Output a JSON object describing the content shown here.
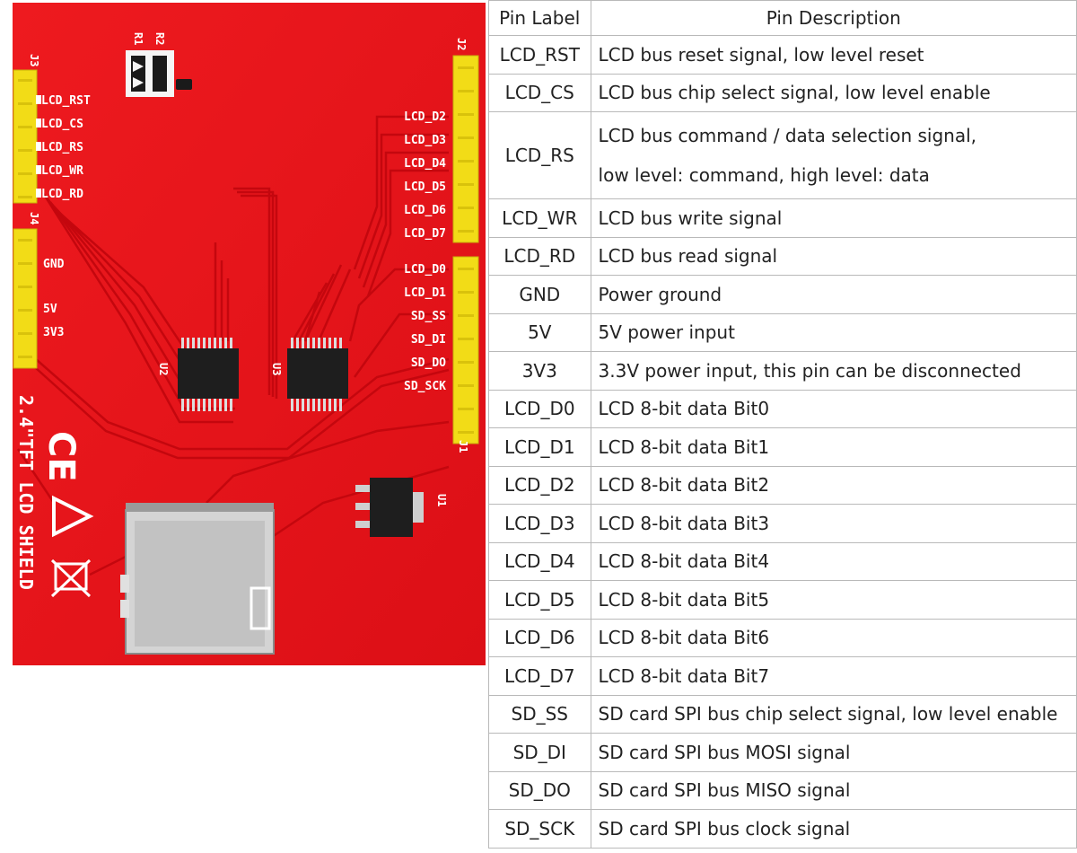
{
  "board": {
    "title": "2.4\"TFT LCD SHIELD",
    "connectors": {
      "j1": "J1",
      "j2": "J2",
      "j3": "J3",
      "j4": "J4"
    },
    "refs": {
      "r1": "R1",
      "r2": "R2",
      "u1": "U1",
      "u2": "U2",
      "u3": "U3"
    },
    "left_pins_top": [
      "LCD_RST",
      "LCD_CS",
      "LCD_RS",
      "LCD_WR",
      "LCD_RD"
    ],
    "left_pins_bottom": [
      "GND",
      "5V",
      "3V3"
    ],
    "right_pins_top": [
      "LCD_D2",
      "LCD_D3",
      "LCD_D4",
      "LCD_D5",
      "LCD_D6",
      "LCD_D7"
    ],
    "right_pins_bottom": [
      "LCD_D0",
      "LCD_D1",
      "SD_SS",
      "SD_DI",
      "SD_DO",
      "SD_SCK"
    ],
    "ce_mark": "CE",
    "colors": {
      "pcb": "#e8141b",
      "trace": "#c8080f",
      "header": "#f2dc17",
      "silk": "#ffffff",
      "chip": "#1e1e1e"
    }
  },
  "table": {
    "headers": [
      "Pin Label",
      "Pin Description"
    ],
    "rows": [
      {
        "label": "LCD_RST",
        "desc": [
          "LCD bus reset signal, low level reset"
        ]
      },
      {
        "label": "LCD_CS",
        "desc": [
          "LCD bus chip select signal, low level enable"
        ]
      },
      {
        "label": "LCD_RS",
        "desc": [
          "LCD bus command / data selection signal,",
          "low level: command, high level: data"
        ]
      },
      {
        "label": "LCD_WR",
        "desc": [
          "LCD bus write signal"
        ]
      },
      {
        "label": "LCD_RD",
        "desc": [
          "LCD bus read signal"
        ]
      },
      {
        "label": "GND",
        "desc": [
          "Power ground"
        ]
      },
      {
        "label": "5V",
        "desc": [
          "5V power input"
        ]
      },
      {
        "label": "3V3",
        "desc": [
          "3.3V power input, this pin can be disconnected"
        ]
      },
      {
        "label": "LCD_D0",
        "desc": [
          "LCD 8-bit data Bit0"
        ]
      },
      {
        "label": "LCD_D1",
        "desc": [
          "LCD 8-bit data Bit1"
        ]
      },
      {
        "label": "LCD_D2",
        "desc": [
          "LCD 8-bit data Bit2"
        ]
      },
      {
        "label": "LCD_D3",
        "desc": [
          "LCD 8-bit data Bit3"
        ]
      },
      {
        "label": "LCD_D4",
        "desc": [
          "LCD 8-bit data Bit4"
        ]
      },
      {
        "label": "LCD_D5",
        "desc": [
          "LCD 8-bit data Bit5"
        ]
      },
      {
        "label": "LCD_D6",
        "desc": [
          "LCD 8-bit data Bit6"
        ]
      },
      {
        "label": "LCD_D7",
        "desc": [
          "LCD 8-bit data Bit7"
        ]
      },
      {
        "label": "SD_SS",
        "desc": [
          "SD card SPI bus chip select signal, low level enable"
        ]
      },
      {
        "label": "SD_DI",
        "desc": [
          "SD card SPI bus MOSI signal"
        ]
      },
      {
        "label": "SD_DO",
        "desc": [
          "SD card SPI bus MISO signal"
        ]
      },
      {
        "label": "SD_SCK",
        "desc": [
          "SD card SPI bus clock signal"
        ]
      }
    ]
  }
}
